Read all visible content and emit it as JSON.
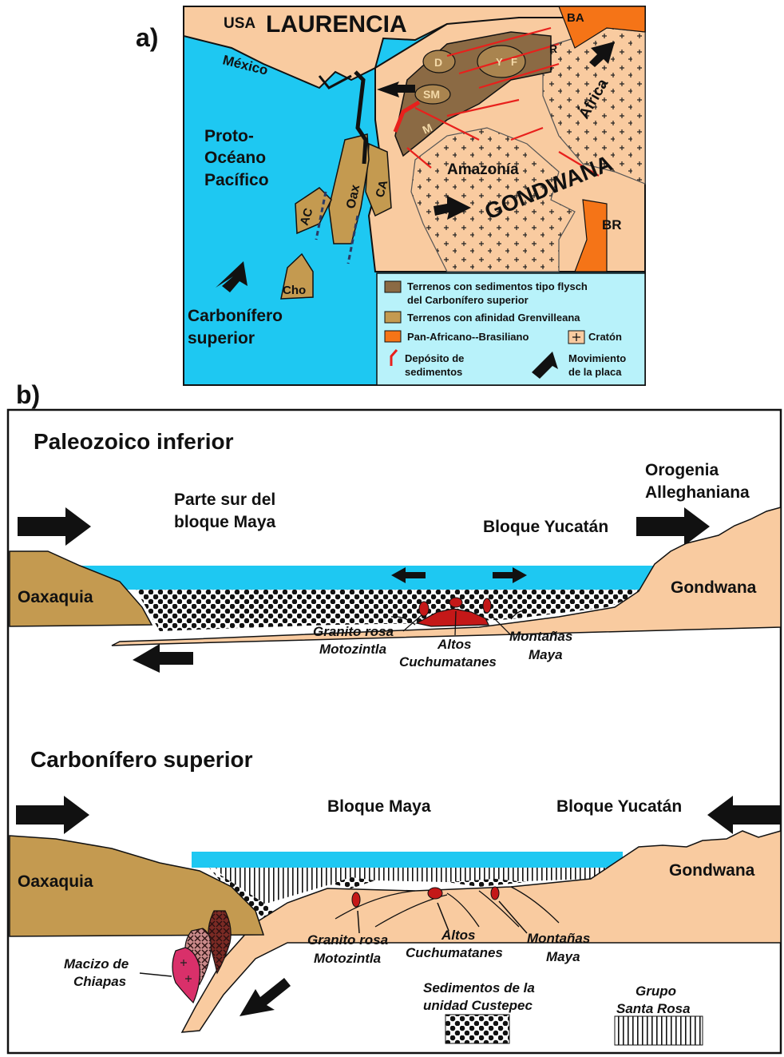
{
  "panel_a": {
    "label": "a)",
    "usa": "USA",
    "laurencia": "LAURENCIA",
    "mexico": "México",
    "ocean": [
      "Proto-",
      "Océano",
      "Pacífico"
    ],
    "period": [
      "Carbonífero",
      "superior"
    ],
    "gondwana": "GONDWANA",
    "africa": "África",
    "amazonia": "Amazonía",
    "terranes": {
      "ba": "BA",
      "r": "R",
      "d": "D",
      "y": "Y",
      "f": "F",
      "sm": "SM",
      "m": "M",
      "ca": "CA",
      "oax": "Oax",
      "ac": "AC",
      "cho": "Cho",
      "br": "BR"
    },
    "legend": {
      "flysch": [
        "Terrenos con sedimentos tipo flysch",
        "del Carbonífero superior"
      ],
      "grenville": "Terrenos con afinidad Grenvilleana",
      "panafricano": "Pan-Africano--Brasiliano",
      "craton": "Cratón",
      "deposito": [
        "Depósito de",
        "sedimentos"
      ],
      "movimiento": [
        "Movimiento",
        "de la placa"
      ]
    }
  },
  "panel_b": {
    "label": "b)",
    "top": {
      "title": "Paleozoico inferior",
      "maya_sur": [
        "Parte sur del",
        "bloque Maya"
      ],
      "orogenia": [
        "Orogenia",
        "Alleghaniana"
      ],
      "yucatan": "Bloque Yucatán",
      "oaxaquia": "Oaxaquia",
      "gondwana": "Gondwana",
      "granito": [
        "Granito rosa",
        "Motozintla"
      ],
      "altos": [
        "Altos",
        "Cuchumatanes"
      ],
      "montanas": [
        "Montañas",
        "Maya"
      ]
    },
    "bottom": {
      "title": "Carbonífero superior",
      "maya": "Bloque Maya",
      "yucatan": "Bloque Yucatán",
      "oaxaquia": "Oaxaquia",
      "gondwana": "Gondwana",
      "macizo": [
        "Macizo de",
        "Chiapas"
      ],
      "granito": [
        "Granito rosa",
        "Motozintla"
      ],
      "altos": [
        "Altos",
        "Cuchumatanes"
      ],
      "montanas": [
        "Montañas",
        "Maya"
      ],
      "custepec": [
        "Sedimentos de la",
        "unidad Custepec"
      ],
      "santa_rosa": [
        "Grupo",
        "Santa Rosa"
      ]
    }
  },
  "colors": {
    "ocean": "#1ec8f2",
    "land": "#f9cba0",
    "flysch": "#8b6a44",
    "grenville": "#c49a50",
    "panafricano": "#f57417",
    "legend_bg": "#b8f2fa",
    "arrow_red": "#e8201c",
    "granite": "#c41818"
  }
}
